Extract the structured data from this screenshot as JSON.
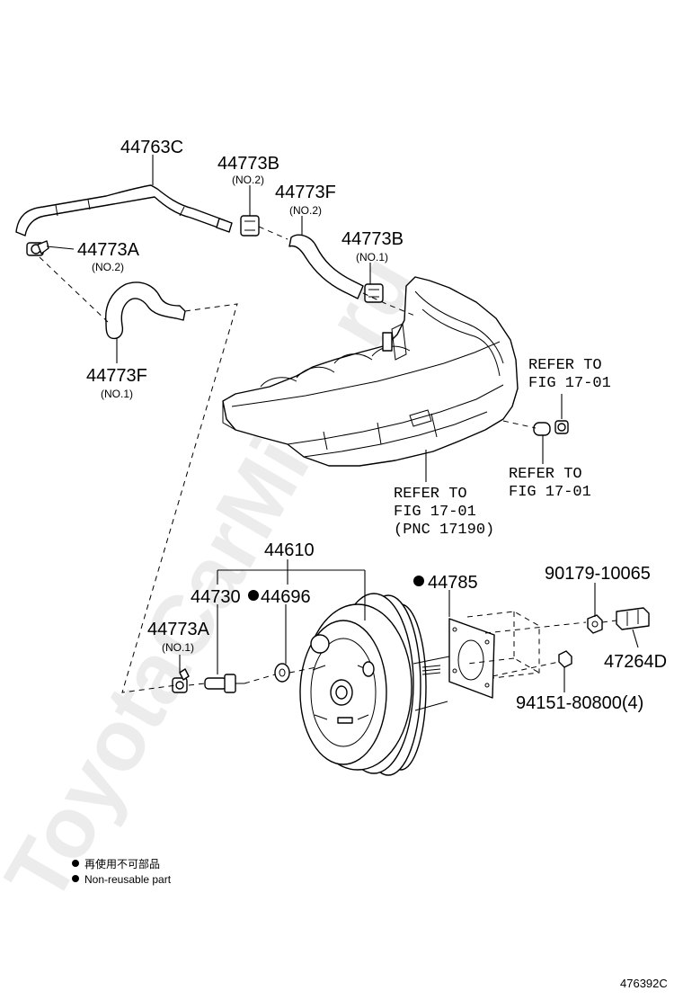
{
  "parts": {
    "p44763c": "44763C",
    "p44773b_no2": "44773B",
    "p44773b_no2_sub": "(NO.2)",
    "p44773f_no2": "44773F",
    "p44773f_no2_sub": "(NO.2)",
    "p44773b_no1": "44773B",
    "p44773b_no1_sub": "(NO.1)",
    "p44773a_no2": "44773A",
    "p44773a_no2_sub": "(NO.2)",
    "p44773f_no1": "44773F",
    "p44773f_no1_sub": "(NO.1)",
    "p44610": "44610",
    "p44730": "44730",
    "p44696": "44696",
    "p44785": "44785",
    "p90179": "90179-10065",
    "p44773a_no1": "44773A",
    "p44773a_no1_sub": "(NO.1)",
    "p47264d": "47264D",
    "p94151": "94151-80800(4)"
  },
  "refs": {
    "ref_right_1": "REFER TO",
    "ref_right_2": "FIG 17-01",
    "ref_mid_1": "REFER TO",
    "ref_mid_2": "FIG 17-01",
    "ref_mid_3": "(PNC 17190)",
    "ref_low_1": "REFER TO",
    "ref_low_2": "FIG 17-01"
  },
  "legend": {
    "line_jp": "再使用不可部品",
    "line_en": "Non-reusable part"
  },
  "watermark": "ToyotaCarMine.ru",
  "diagram_code": "476392C",
  "colors": {
    "ink": "#000000",
    "paper": "#ffffff"
  }
}
